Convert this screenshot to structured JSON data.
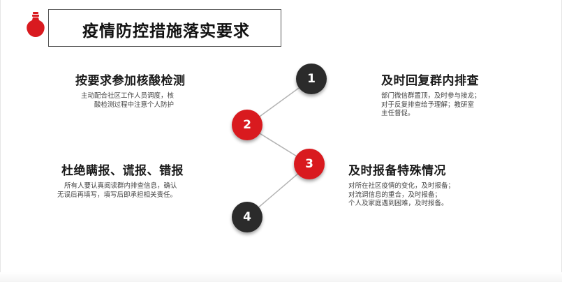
{
  "title": "疫情防控措施落实要求",
  "colors": {
    "accent_red": "#d91a1f",
    "dark_circle": "#2b2b2b",
    "connector": "#b3b3b3"
  },
  "icon": "lightbulb-icon",
  "steps": [
    {
      "number": "1",
      "heading": "及时回复群内排查",
      "lines": [
        "部门微信群置顶，及时参与接龙；",
        "对于反复排查给予理解；教研室",
        "主任督促。"
      ]
    },
    {
      "number": "2",
      "heading": "按要求参加核酸检测",
      "lines": [
        "主动配合社区工作人员调度，核",
        "酸检测过程中注意个人防护"
      ]
    },
    {
      "number": "3",
      "heading": "及时报备特殊情况",
      "lines": [
        "对所在社区疫情的变化，及时报备；",
        "对流调信息的重合，及时报备；",
        "个人及家庭遇到困难，及时报备。"
      ]
    },
    {
      "number": "4",
      "heading": "杜绝瞒报、谎报、错报",
      "lines": [
        "所有人要认真阅读群内排查信息，确认",
        "无误后再填写，填写后即承担相关责任。"
      ]
    }
  ]
}
